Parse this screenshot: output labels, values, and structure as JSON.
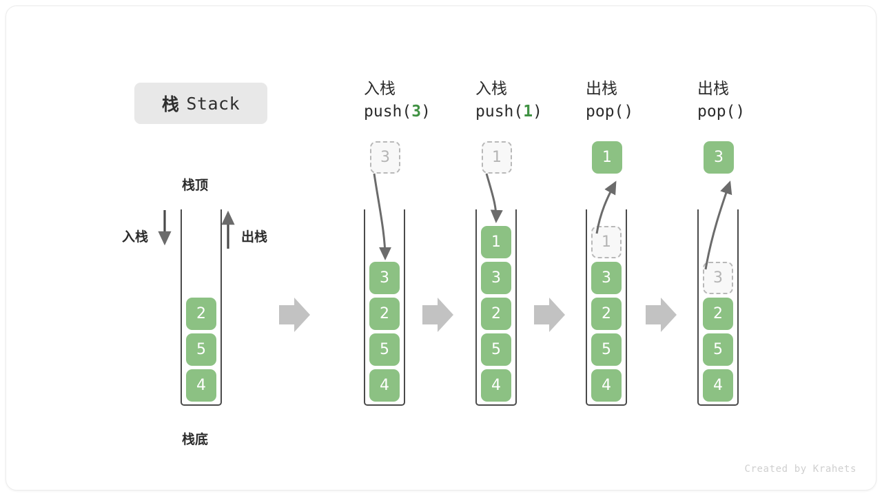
{
  "title": {
    "cjk": "栈",
    "latin": "Stack"
  },
  "left_diagram": {
    "top_label": "栈顶",
    "bottom_label": "栈底",
    "push_label": "入栈",
    "pop_label": "出栈",
    "cells": [
      "2",
      "5",
      "4"
    ]
  },
  "steps": [
    {
      "name": "push-3",
      "title_cjk": "入栈",
      "op_prefix": "push(",
      "op_arg": "3",
      "op_suffix": ")",
      "incoming": {
        "value": "3",
        "style": "ghost"
      },
      "cells": [
        {
          "value": "3",
          "style": "filled"
        },
        {
          "value": "2",
          "style": "filled"
        },
        {
          "value": "5",
          "style": "filled"
        },
        {
          "value": "4",
          "style": "filled"
        }
      ]
    },
    {
      "name": "push-1",
      "title_cjk": "入栈",
      "op_prefix": "push(",
      "op_arg": "1",
      "op_suffix": ")",
      "incoming": {
        "value": "1",
        "style": "ghost"
      },
      "cells": [
        {
          "value": "1",
          "style": "filled"
        },
        {
          "value": "3",
          "style": "filled"
        },
        {
          "value": "2",
          "style": "filled"
        },
        {
          "value": "5",
          "style": "filled"
        },
        {
          "value": "4",
          "style": "filled"
        }
      ]
    },
    {
      "name": "pop-1",
      "title_cjk": "出栈",
      "op_prefix": "pop(",
      "op_arg": "",
      "op_suffix": ")",
      "outgoing": {
        "value": "1",
        "style": "filled"
      },
      "cells": [
        {
          "value": "1",
          "style": "ghost"
        },
        {
          "value": "3",
          "style": "filled"
        },
        {
          "value": "2",
          "style": "filled"
        },
        {
          "value": "5",
          "style": "filled"
        },
        {
          "value": "4",
          "style": "filled"
        }
      ]
    },
    {
      "name": "pop-3",
      "title_cjk": "出栈",
      "op_prefix": "pop(",
      "op_arg": "",
      "op_suffix": ")",
      "outgoing": {
        "value": "3",
        "style": "filled"
      },
      "cells": [
        {
          "value": "3",
          "style": "ghost"
        },
        {
          "value": "2",
          "style": "filled"
        },
        {
          "value": "5",
          "style": "filled"
        },
        {
          "value": "4",
          "style": "filled"
        }
      ]
    }
  ],
  "watermark": "Created by Krahets",
  "colors": {
    "green": "#8cc183",
    "green_text": "#3f9142",
    "arrow_gray": "#c2c2c2",
    "line_gray": "#6b6b6b",
    "ghost_border": "#b8b8b8",
    "chip_bg": "#e8e8e8"
  }
}
